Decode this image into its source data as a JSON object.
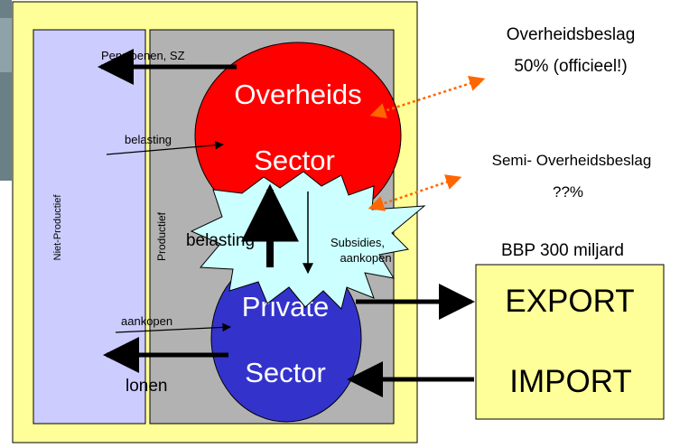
{
  "labels": {
    "pensioenen": "Pensioenen, SZ",
    "belasting_left": "belasting",
    "niet_productief": "Niet-Productief",
    "productief": "Productief",
    "overheids": "Overheids",
    "sector_top": "Sector",
    "belasting_center": "belasting",
    "subsidies_line1": "Subsidies,",
    "subsidies_line2": "aankopen",
    "private": "Private",
    "sector_bottom": "Sector",
    "aankopen": "aankopen",
    "lonen": "lonen",
    "overheidsbeslag_line1": "Overheidsbeslag",
    "overheidsbeslag_line2": "50% (officieel!)",
    "semi_line1": "Semi- Overheidsbeslag",
    "semi_line2": "??%",
    "bbp": "BBP 300 miljard",
    "export": "EXPORT",
    "import": "IMPORT"
  },
  "colors": {
    "outer_box": "#ffff99",
    "niet_productief_box": "#ccccff",
    "productief_box": "#b2b2b2",
    "overheid_circle": "#ff0000",
    "private_circle": "#3333cc",
    "burst": "#ccffff",
    "trade_box": "#ffff99",
    "dotted_arrow": "#ff6600",
    "left_photo_strip": "#6a7f86"
  }
}
